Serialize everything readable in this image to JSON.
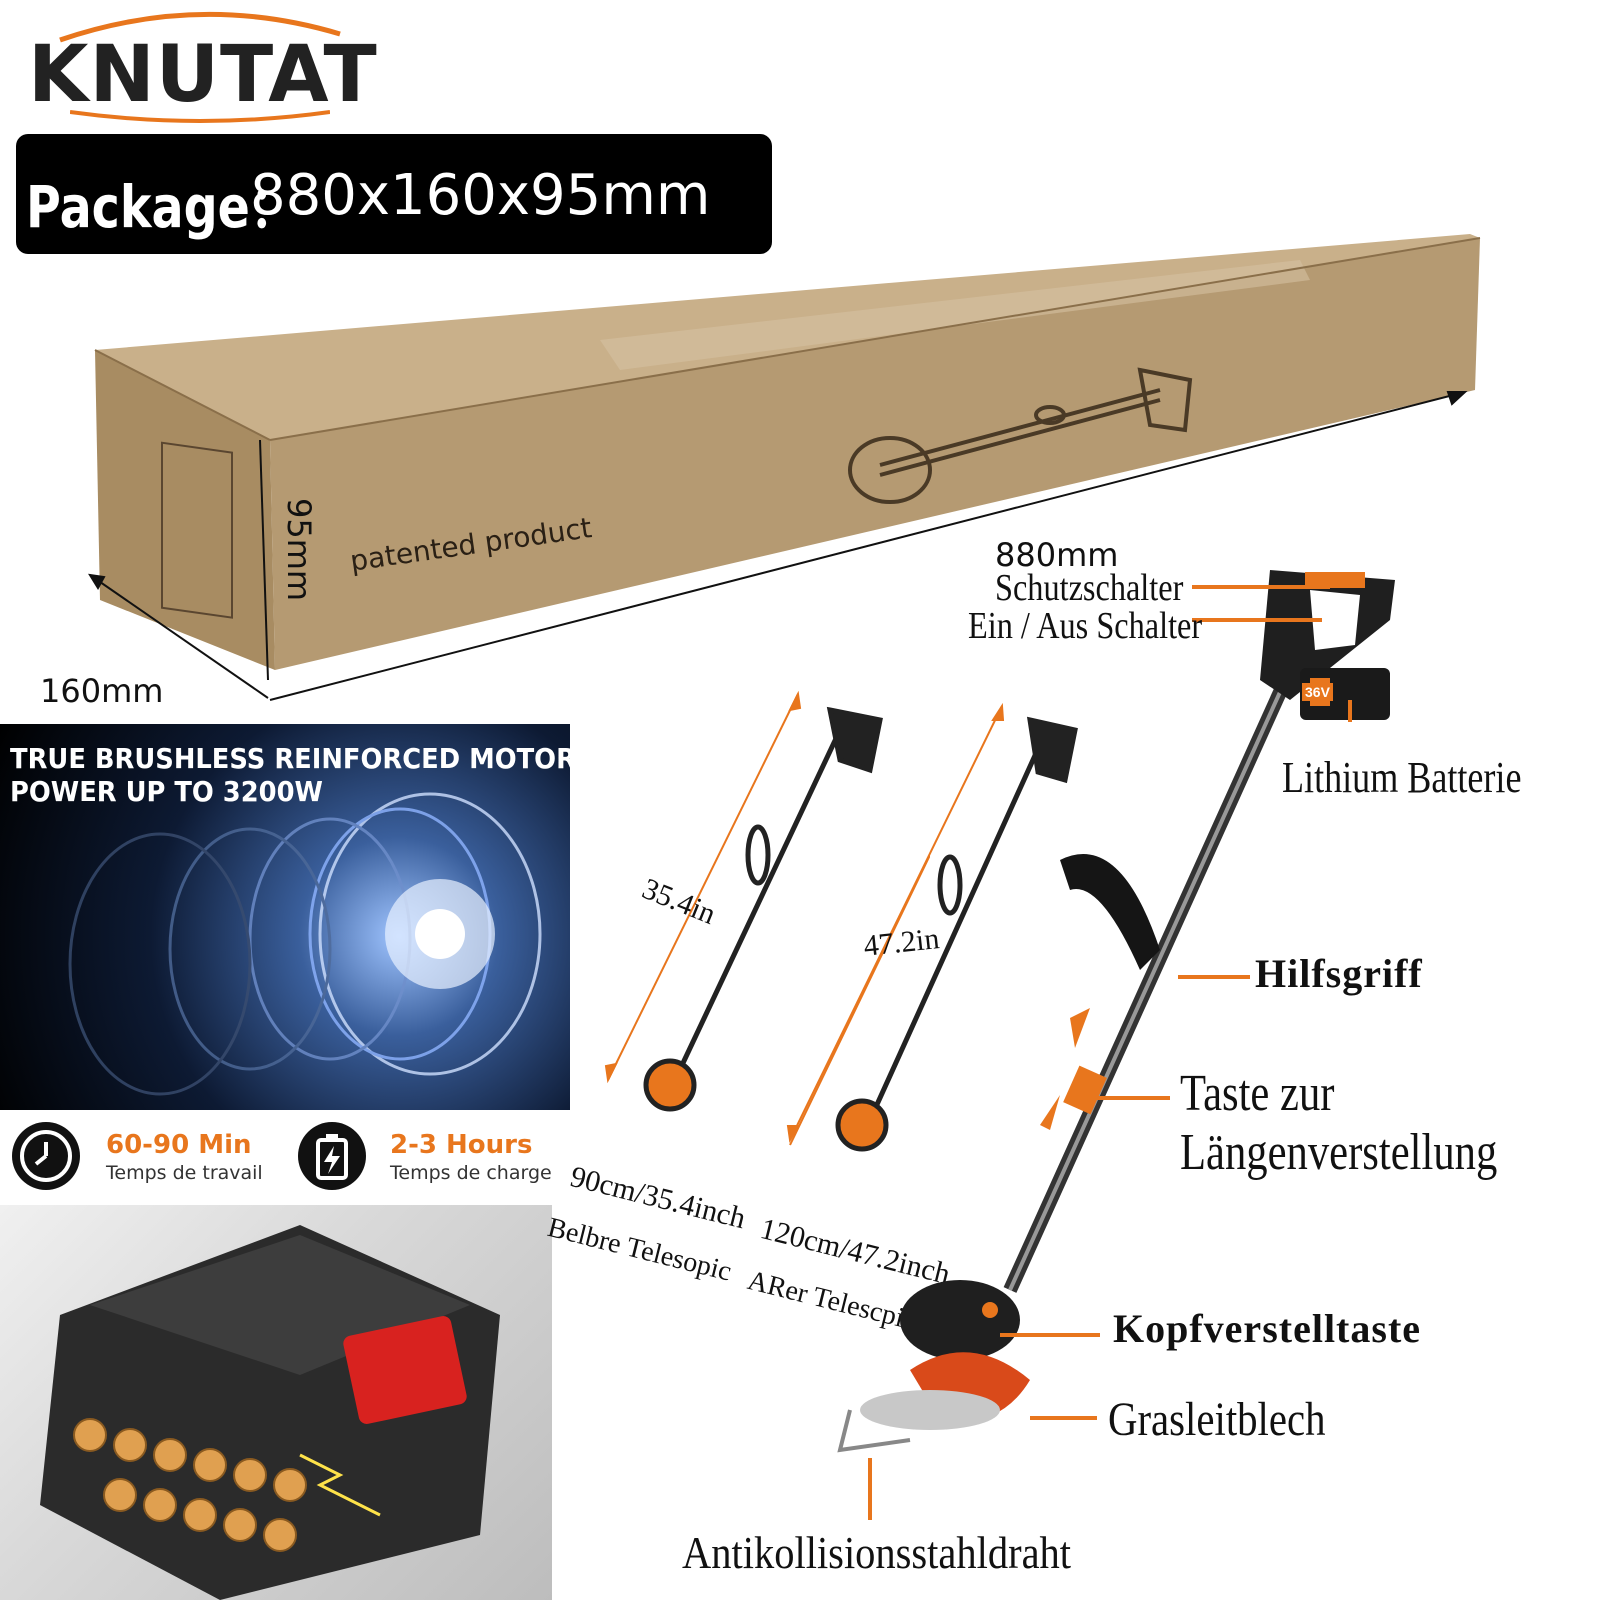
{
  "brand": "KNUTAT",
  "package": {
    "label": "Package：",
    "value": "880x160x95mm"
  },
  "box": {
    "print_text": "patented product",
    "dim_length": "880mm",
    "dim_width": "160mm",
    "dim_height": "95mm"
  },
  "motor": {
    "title_line1": "TRUE BRUSHLESS REINFORCED MOTOR",
    "title_line2": "POWER UP TO 3200W"
  },
  "badges": [
    {
      "value": "60-90 Min",
      "caption": "Temps de travail",
      "icon": "clock-icon"
    },
    {
      "value": "2-3 Hours",
      "caption": "Temps de charge",
      "icon": "battery-icon"
    }
  ],
  "telescopic": {
    "short_length": "35.4in",
    "long_length": "47.2in",
    "short_spec": "90cm/35.4inch",
    "short_label": "Belbre Telesopic",
    "long_spec": "120cm/47.2inch",
    "long_label": "ARer Telescping"
  },
  "battery_label": "36V",
  "callouts": {
    "safety_switch": "Schutzschalter",
    "power_switch": "Ein / Aus Schalter",
    "battery": "Lithium Batterie",
    "aux_handle": "Hilfsgriff",
    "length_button": "Taste zur Längenverstellung",
    "head_button": "Kopfverstelltaste",
    "grass_guard": "Grasleitblech",
    "steel_wire": "Antikollisionsstahldraht"
  },
  "colors": {
    "accent": "#e8761d",
    "cardboard": "#b59a72",
    "panel_dark": "#000000"
  }
}
